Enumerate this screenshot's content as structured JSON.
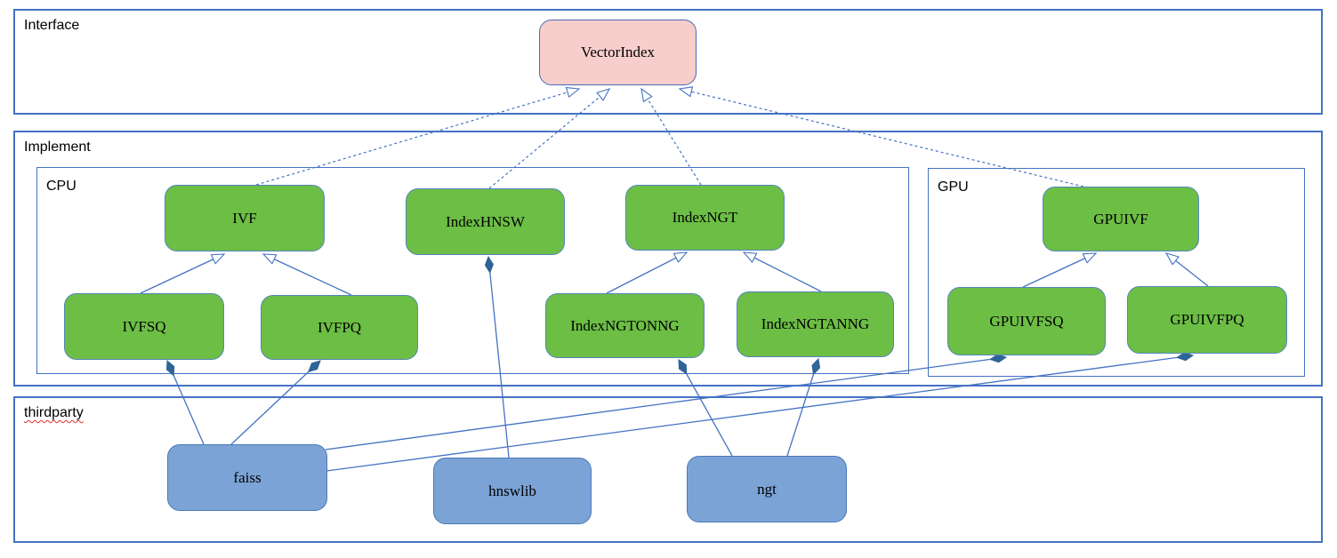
{
  "diagram": {
    "containers": {
      "interface": {
        "label": "Interface"
      },
      "implement": {
        "label": "Implement"
      },
      "cpu": {
        "label": "CPU"
      },
      "gpu": {
        "label": "GPU"
      },
      "thirdparty": {
        "label": "thirdparty"
      }
    },
    "nodes": {
      "vectorindex": {
        "label": "VectorIndex",
        "kind": "interface"
      },
      "ivf": {
        "label": "IVF",
        "kind": "implementation-cpu"
      },
      "indexhnsw": {
        "label": "IndexHNSW",
        "kind": "implementation-cpu"
      },
      "indexngt": {
        "label": "IndexNGT",
        "kind": "implementation-cpu"
      },
      "gpuivf": {
        "label": "GPUIVF",
        "kind": "implementation-gpu"
      },
      "ivfsq": {
        "label": "IVFSQ",
        "kind": "implementation-cpu"
      },
      "ivfpq": {
        "label": "IVFPQ",
        "kind": "implementation-cpu"
      },
      "indexngtonng": {
        "label": "IndexNGTONNG",
        "kind": "implementation-cpu"
      },
      "indexngtanng": {
        "label": "IndexNGTANNG",
        "kind": "implementation-cpu"
      },
      "gpuivfsq": {
        "label": "GPUIVFSQ",
        "kind": "implementation-gpu"
      },
      "gpuivfpq": {
        "label": "GPUIVFPQ",
        "kind": "implementation-gpu"
      },
      "faiss": {
        "label": "faiss",
        "kind": "thirdparty"
      },
      "hnswlib": {
        "label": "hnswlib",
        "kind": "thirdparty"
      },
      "ngt": {
        "label": "ngt",
        "kind": "thirdparty"
      }
    },
    "relationships": {
      "realization_dashed_hollow_arrow": [
        [
          "IVF",
          "VectorIndex"
        ],
        [
          "IndexHNSW",
          "VectorIndex"
        ],
        [
          "IndexNGT",
          "VectorIndex"
        ],
        [
          "GPUIVF",
          "VectorIndex"
        ]
      ],
      "inheritance_solid_hollow_arrow": [
        [
          "IVFSQ",
          "IVF"
        ],
        [
          "IVFPQ",
          "IVF"
        ],
        [
          "IndexNGTONNG",
          "IndexNGT"
        ],
        [
          "IndexNGTANNG",
          "IndexNGT"
        ],
        [
          "GPUIVFSQ",
          "GPUIVF"
        ],
        [
          "GPUIVFPQ",
          "GPUIVF"
        ]
      ],
      "composition_filled_diamond": [
        [
          "IVFSQ",
          "faiss"
        ],
        [
          "IVFPQ",
          "faiss"
        ],
        [
          "GPUIVFSQ",
          "faiss"
        ],
        [
          "GPUIVFPQ",
          "faiss"
        ],
        [
          "IndexHNSW",
          "hnswlib"
        ],
        [
          "IndexNGTONNG",
          "ngt"
        ],
        [
          "IndexNGTANNG",
          "ngt"
        ]
      ]
    },
    "colors": {
      "interface_fill": "#f8cecc",
      "implementation_fill": "#6cbe45",
      "thirdparty_fill": "#7ba3d6",
      "connector": "#4472c4",
      "diamond": "#2f6497",
      "container_border": "#4472c4",
      "node_border": "#5585bb",
      "text": "#000000",
      "spellcheck_underline": "#e03030"
    }
  }
}
